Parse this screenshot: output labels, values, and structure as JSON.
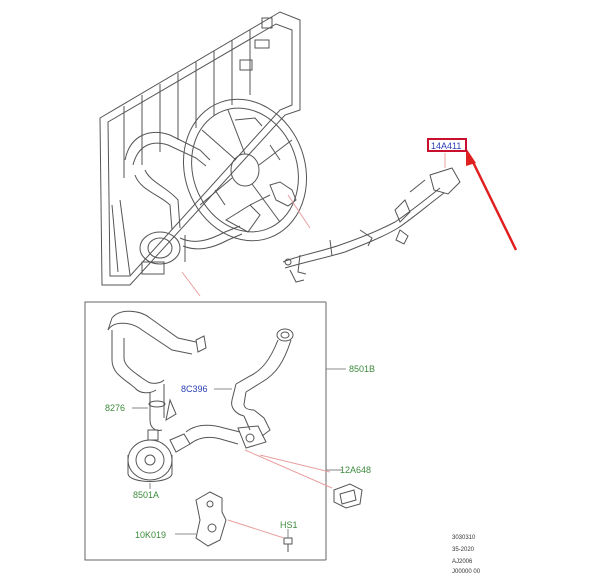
{
  "colors": {
    "part_label_green": "#3d8a3d",
    "part_label_blue": "#2a3fb5",
    "highlight_box": "#c8102e",
    "pointer_arrow": "#e02020",
    "leader_line": "#e8a0a0",
    "line_art": "#555555"
  },
  "overview": {
    "highlighted_part": "14A411"
  },
  "detail_box": {
    "labels": {
      "hose_upper": "8501B",
      "hose_mid": "8C396",
      "clamp": "8276",
      "connector": "12A648",
      "pump": "8501A",
      "bracket": "10K019",
      "screw": "HS1"
    }
  },
  "footer_codes": [
    "3030310",
    "35-2020",
    "AJ2006",
    "J00000 00"
  ]
}
